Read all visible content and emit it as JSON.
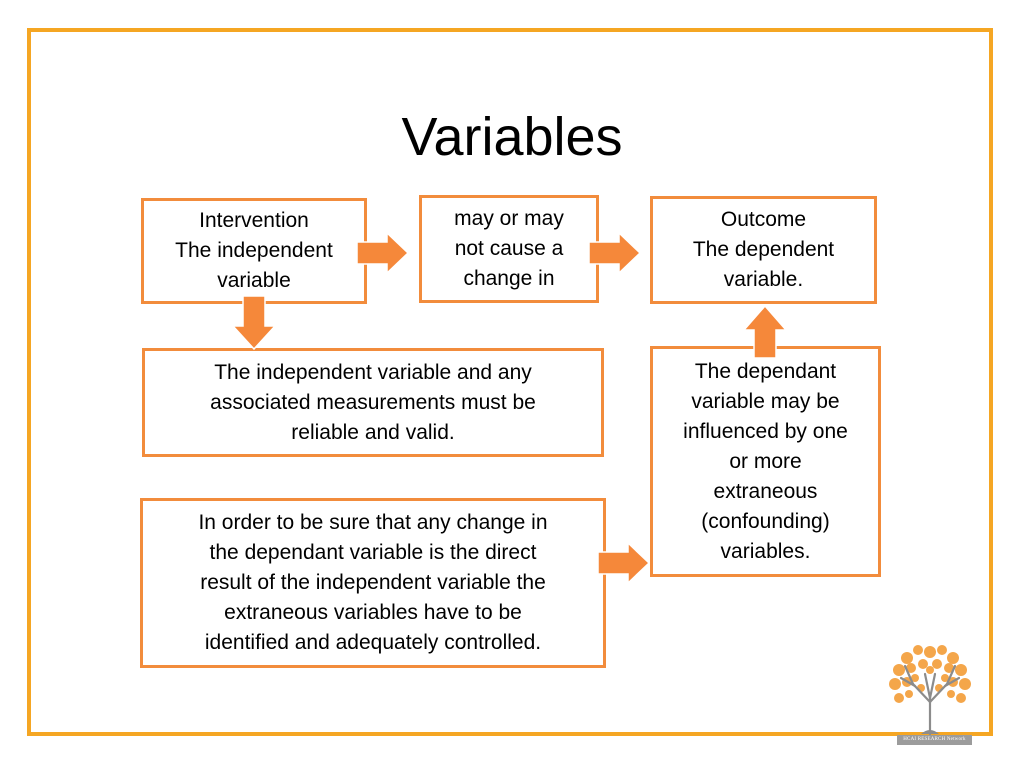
{
  "slide": {
    "title": "Variables",
    "colors": {
      "border": "#f5a623",
      "box_border": "#f28c3c",
      "arrow": "#f5883a",
      "logo_leaf": "#f4a64a",
      "logo_trunk": "#8c8c8c"
    }
  },
  "boxes": {
    "intervention": {
      "lines": [
        "Intervention",
        "The independent",
        "variable"
      ]
    },
    "cause": {
      "lines": [
        "may or may",
        "not cause a",
        "change in"
      ]
    },
    "outcome": {
      "lines": [
        "Outcome",
        "The dependent",
        "variable."
      ]
    },
    "reliability": {
      "lines": [
        "The independent variable and any",
        "associated measurements must be",
        "reliable and valid."
      ]
    },
    "extraneous": {
      "lines": [
        "The dependant",
        "variable may be",
        "influenced by one",
        "or more",
        "extraneous",
        "(confounding)",
        "variables."
      ]
    },
    "control": {
      "lines": [
        "In order to be sure that any change in",
        "the dependant variable is the direct",
        "result of the independent variable the",
        "extraneous variables have to be",
        "identified and adequately controlled."
      ]
    }
  },
  "diagram": {
    "edges": [
      {
        "from": "intervention",
        "to": "cause",
        "direction": "right"
      },
      {
        "from": "cause",
        "to": "outcome",
        "direction": "right"
      },
      {
        "from": "intervention",
        "to": "reliability",
        "direction": "down"
      },
      {
        "from": "extraneous",
        "to": "outcome",
        "direction": "up"
      },
      {
        "from": "control",
        "to": "extraneous",
        "direction": "right"
      }
    ]
  },
  "logo": {
    "icon": "tree-icon",
    "text": "HCAI RESEARCH Network"
  }
}
